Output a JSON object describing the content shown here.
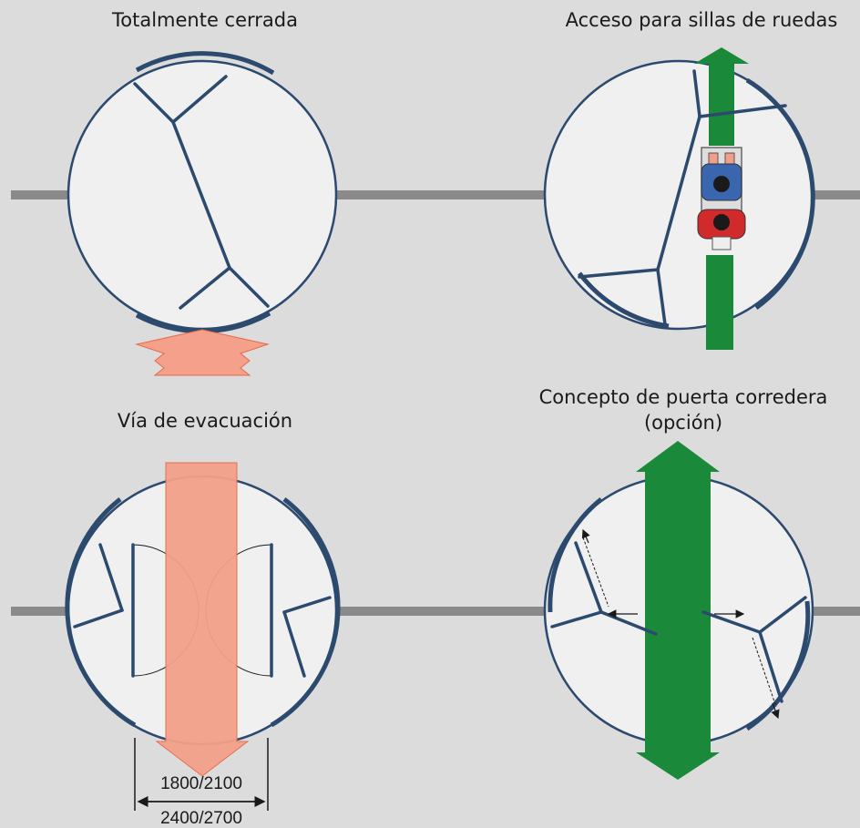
{
  "panels": [
    {
      "title": "Totalmente cerrada"
    },
    {
      "title": "Acceso para sillas de ruedas"
    },
    {
      "title": "Vía de evacuación"
    },
    {
      "title_line1": "Concepto de puerta corredera",
      "title_line2": "(opción)"
    }
  ],
  "dimensions": {
    "inner": "1800/2100",
    "outer": "2400/2700"
  },
  "colors": {
    "background": "#dcdcdc",
    "drum": "#f0f0f0",
    "rail": "#2c4a6e",
    "wall": "#8a8a8a",
    "escape": "#f4a08a",
    "access": "#1a8a3a"
  }
}
